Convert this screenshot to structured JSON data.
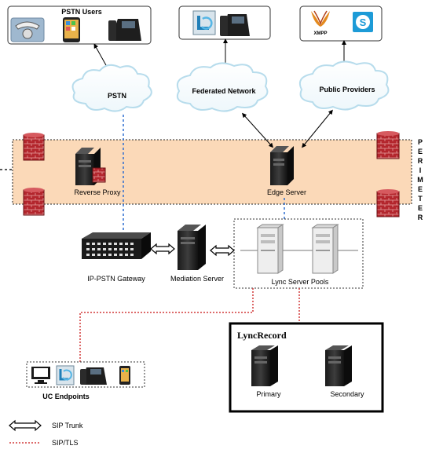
{
  "groups": {
    "pstn_users": "PSTN Users",
    "uc_endpoints": "UC Endpoints",
    "lync_record": "LyncRecord"
  },
  "clouds": {
    "pstn": "PSTN",
    "federated": "Federated Network",
    "public": "Public Providers"
  },
  "perimeter": [
    "P",
    "E",
    "R",
    "I",
    "M",
    "E",
    "T",
    "E",
    "R"
  ],
  "servers": {
    "reverse_proxy": "Reverse Proxy",
    "edge": "Edge Server",
    "gateway": "IP-PSTN Gateway",
    "mediation": "Mediation Server",
    "pools": "Lync Server Pools",
    "primary": "Primary",
    "secondary": "Secondary"
  },
  "icons": {
    "xmpp": "XMPP",
    "skype": "S"
  },
  "legend": {
    "sip_trunk": "SIP Trunk",
    "sip_tls": "SIP/TLS"
  },
  "colors": {
    "perimeter_fill": "#fbd9b8",
    "cloud_edge": "#bfe0ef",
    "dotted_blue": "#2f6fd0",
    "dotted_red": "#d23a3a",
    "firewall": "#b3262d"
  }
}
